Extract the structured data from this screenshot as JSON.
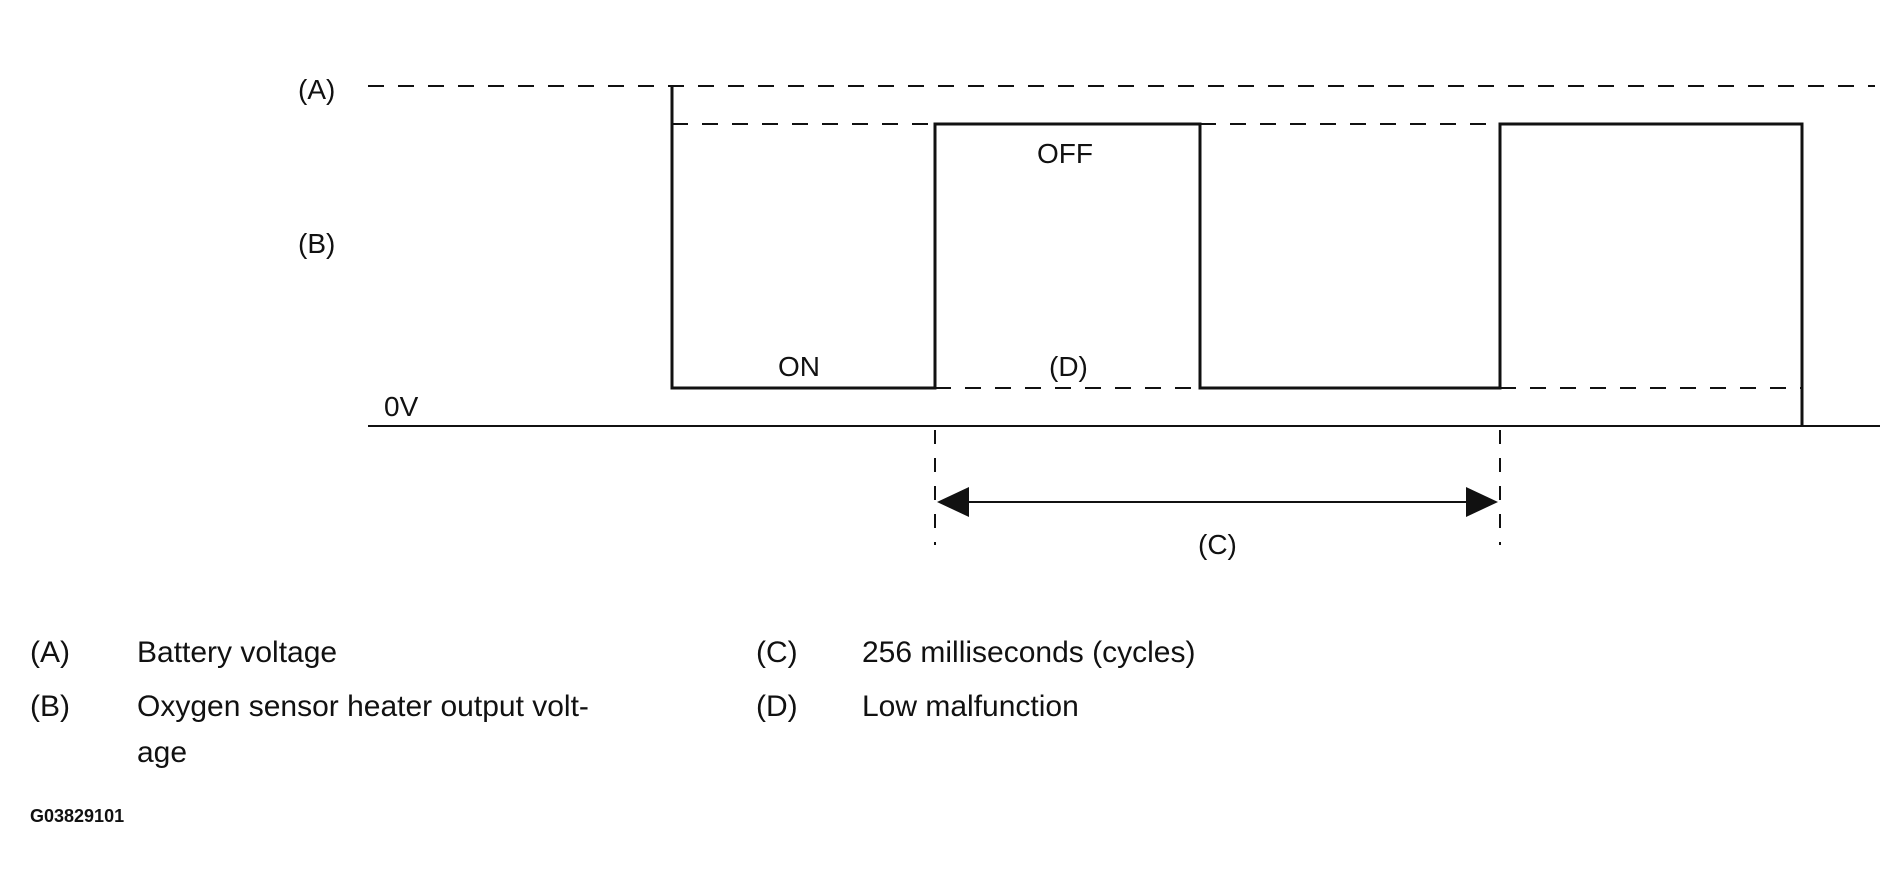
{
  "diagram": {
    "labels": {
      "a": "(A)",
      "b": "(B)",
      "zero": "0V",
      "off": "OFF",
      "on": "ON",
      "d": "(D)",
      "c": "(C)"
    },
    "legend": [
      {
        "key": "(A)",
        "lines": [
          "Battery voltage"
        ]
      },
      {
        "key": "(B)",
        "lines": [
          "Oxygen sensor heater output volt-",
          "age"
        ]
      },
      {
        "key": "(C)",
        "lines": [
          "256 milliseconds (cycles)"
        ]
      },
      {
        "key": "(D)",
        "lines": [
          "Low malfunction"
        ]
      }
    ],
    "figure_id": "G03829101",
    "colors": {
      "ink": "#111111",
      "background": "#ffffff"
    }
  }
}
